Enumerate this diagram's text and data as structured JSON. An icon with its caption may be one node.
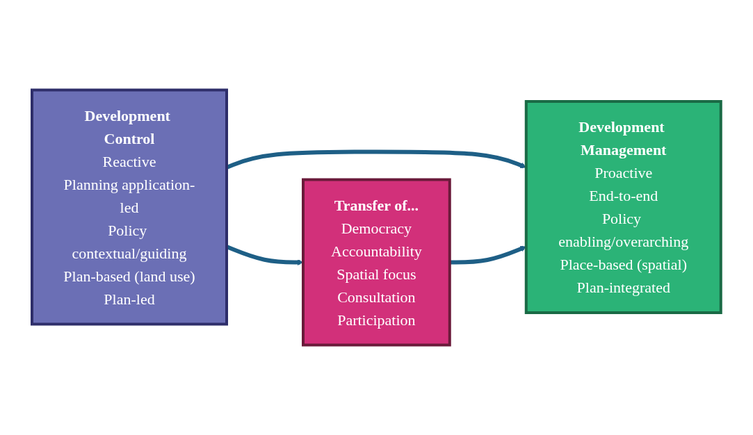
{
  "diagram": {
    "nodes": [
      {
        "text": [
          "Development Control",
          "Reactive",
          "Planning application-led",
          "Policy contextual/guiding",
          "Plan-based (land use)",
          "Plan-led"
        ]
      },
      {
        "text": [
          "Development Management",
          "Proactive",
          "End-to-end",
          "Policy enabling/overarching",
          "Place-based (spatial)",
          "Plan-integrated"
        ]
      },
      {
        "text": [
          "Transfer of...",
          "Democracy",
          "Accountability",
          "Spatial focus",
          "Consultation",
          "Participation"
        ]
      }
    ],
    "edges": [
      {
        "from": 0,
        "to": 1,
        "arrow": "to"
      },
      {
        "from": 0,
        "to": 2,
        "arrow": "to"
      },
      {
        "from": 2,
        "to": 1,
        "arrow": "to"
      }
    ]
  }
}
